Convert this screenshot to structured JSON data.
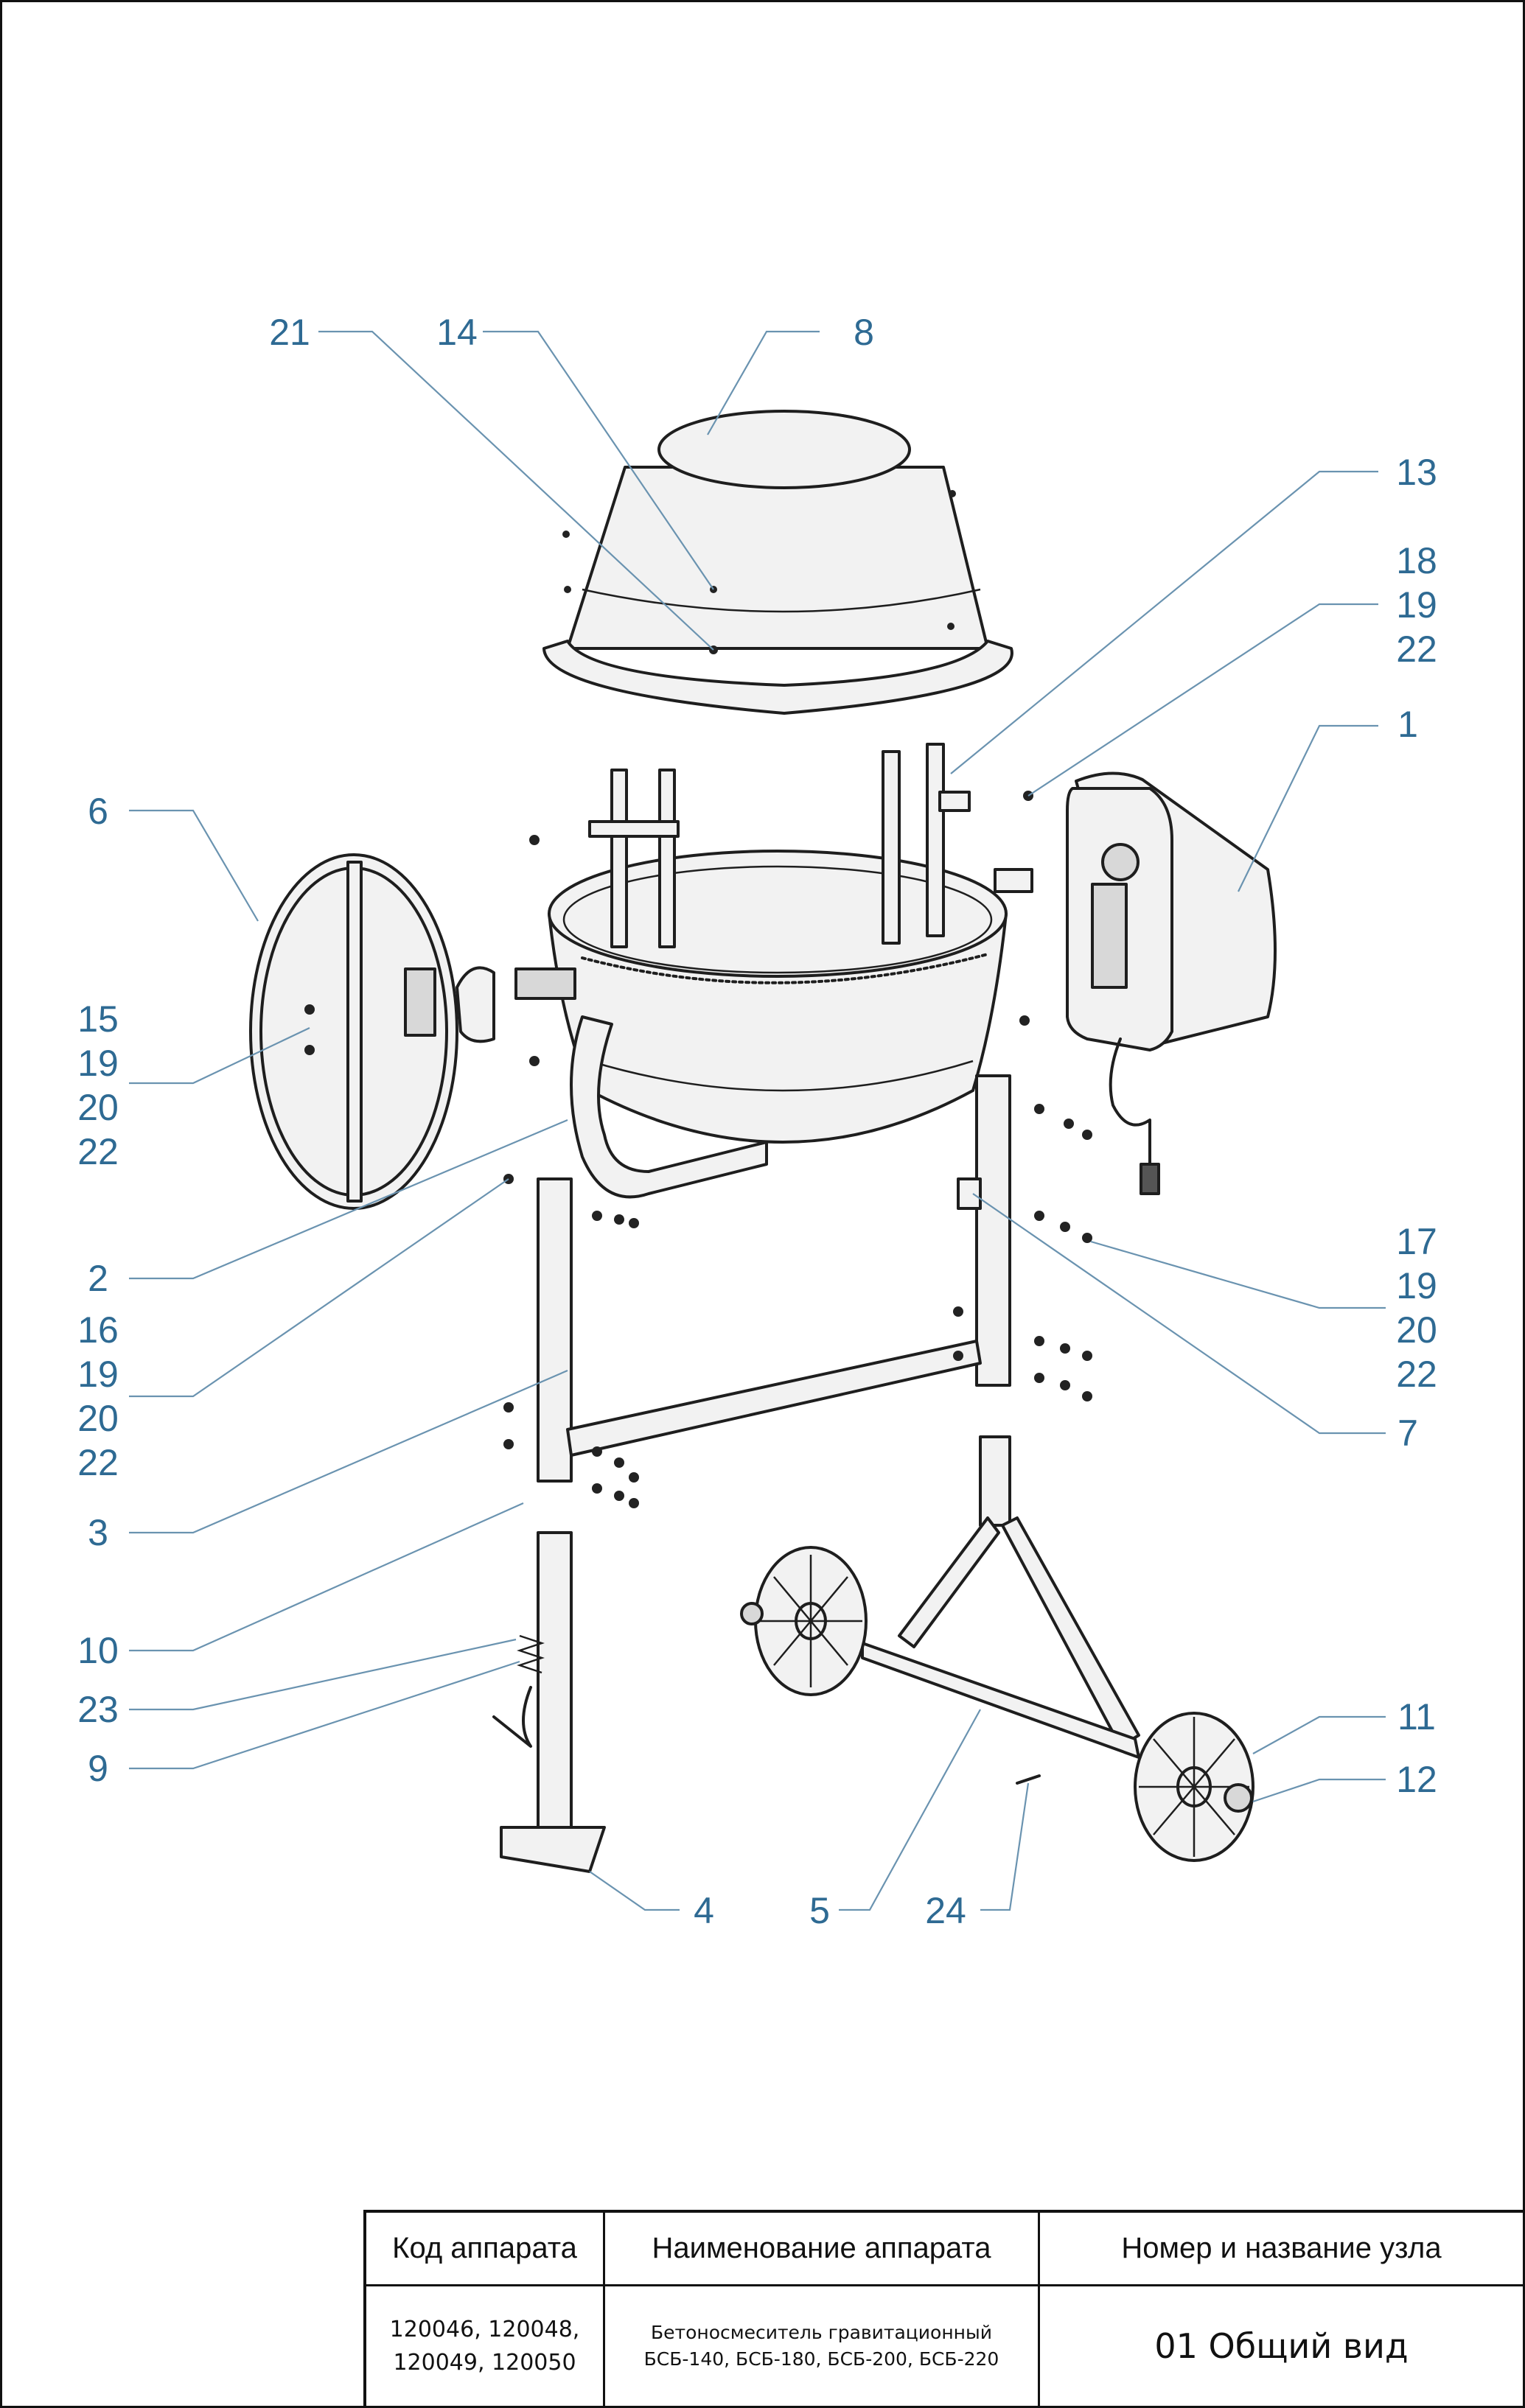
{
  "callouts": {
    "c21": "21",
    "c14": "14",
    "c8": "8",
    "c13": "13",
    "c18": "18",
    "c19a": "19",
    "c22a": "22",
    "c1": "1",
    "c6": "6",
    "c15": "15",
    "c19b": "19",
    "c20b": "20",
    "c22b": "22",
    "c2": "2",
    "c16": "16",
    "c19c": "19",
    "c20c": "20",
    "c22c": "22",
    "c3": "3",
    "c10": "10",
    "c23": "23",
    "c9": "9",
    "c17": "17",
    "c19d": "19",
    "c20d": "20",
    "c22d": "22",
    "c7": "7",
    "c11": "11",
    "c12": "12",
    "c4": "4",
    "c5": "5",
    "c24": "24"
  },
  "title_block": {
    "col_code": "Код аппарата",
    "col_name": "Наименование аппарата",
    "col_node": "Номер и название узла",
    "code_value": "120046, 120048,\n120049, 120050",
    "name_value": "Бетоносмеситель гравитационный\nБСБ-140, БСБ-180, БСБ-200, БСБ-220",
    "node_value": "01 Общий вид"
  }
}
